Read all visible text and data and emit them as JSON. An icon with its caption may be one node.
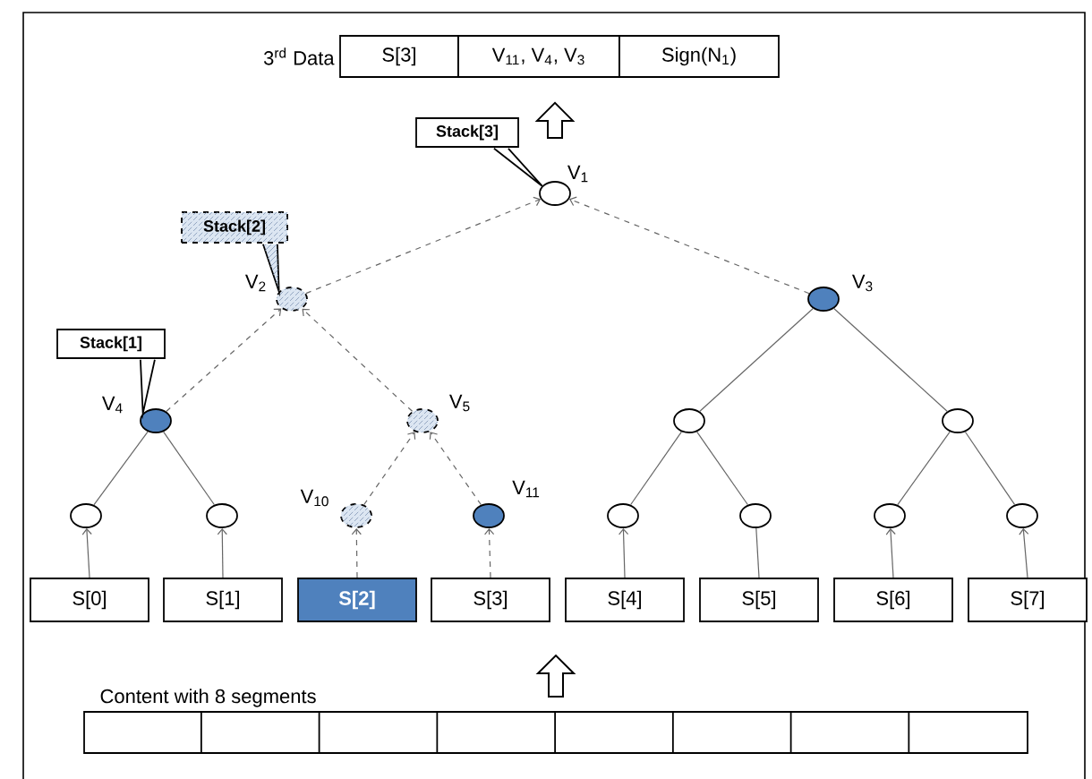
{
  "diagram": {
    "nodes": [
      {
        "text": [
          "S[3]"
        ],
        "beside": [
          "3$^{rd}$ Data"
        ]
      },
      {
        "text": [
          "V$_{11}$, V$_{4}$, V$_{3}$"
        ]
      },
      {
        "text": [
          "Sign(N$_{1}$)"
        ]
      },
      {
        "text": [
          "Stack[3]"
        ]
      },
      {
        "text": [],
        "shape": "circle",
        "beside": [
          "V$_{1}$"
        ]
      },
      {
        "text": [
          "Stack[2]"
        ]
      },
      {
        "text": [],
        "shape": "circle",
        "beside": [
          "V$_{2}$"
        ]
      },
      {
        "text": [],
        "shape": "circle",
        "beside": [
          "V$_{3}$"
        ]
      },
      {
        "text": [
          "Stack[1]"
        ]
      },
      {
        "text": [],
        "shape": "circle",
        "beside": [
          "V$_{4}$"
        ]
      },
      {
        "text": [],
        "shape": "circle",
        "beside": [
          "V$_{5}$"
        ]
      },
      {
        "text": [],
        "shape": "circle"
      },
      {
        "text": [],
        "shape": "circle"
      },
      {
        "text": [],
        "shape": "circle"
      },
      {
        "text": [],
        "shape": "circle"
      },
      {
        "text": [],
        "shape": "circle",
        "beside": [
          "V$_{10}$"
        ]
      },
      {
        "text": [],
        "shape": "circle",
        "beside": [
          "V$_{11}$"
        ]
      },
      {
        "text": [],
        "shape": "circle"
      },
      {
        "text": [],
        "shape": "circle"
      },
      {
        "text": [],
        "shape": "circle"
      },
      {
        "text": [],
        "shape": "circle"
      },
      {
        "text": [
          "S[0]"
        ]
      },
      {
        "text": [
          "S[1]"
        ]
      },
      {
        "text": [
          "S[2]"
        ]
      },
      {
        "text": [
          "S[3]"
        ]
      },
      {
        "text": [
          "S[4]"
        ]
      },
      {
        "text": [
          "S[5]"
        ]
      },
      {
        "text": [
          "S[6]"
        ]
      },
      {
        "text": [
          "S[7]"
        ]
      },
      {
        "text": [
          "Content with 8 segments"
        ]
      }
    ],
    "edges": [
      {
        "from": 4,
        "to": 1,
        "arrow": "to",
        "style": "thick"
      },
      {
        "from": 3,
        "to": 4,
        "arrow": "none",
        "color": "#000000"
      },
      {
        "from": 5,
        "to": 6,
        "arrow": "none",
        "color": "#000000"
      },
      {
        "from": 8,
        "to": 9,
        "arrow": "none",
        "color": "#000000"
      },
      {
        "from": 6,
        "to": 4,
        "arrow": "to",
        "style": "dashed"
      },
      {
        "from": 7,
        "to": 4,
        "arrow": "to",
        "style": "dashed"
      },
      {
        "from": 9,
        "to": 6,
        "arrow": "to",
        "style": "dashed"
      },
      {
        "from": 10,
        "to": 6,
        "arrow": "to",
        "style": "dashed"
      },
      {
        "from": 7,
        "to": 11,
        "arrow": "none"
      },
      {
        "from": 7,
        "to": 12,
        "arrow": "none"
      },
      {
        "from": 9,
        "to": 13,
        "arrow": "none"
      },
      {
        "from": 9,
        "to": 14,
        "arrow": "none"
      },
      {
        "from": 15,
        "to": 10,
        "arrow": "to",
        "style": "dashed"
      },
      {
        "from": 16,
        "to": 10,
        "arrow": "to",
        "style": "dashed"
      },
      {
        "from": 11,
        "to": 17,
        "arrow": "none"
      },
      {
        "from": 11,
        "to": 18,
        "arrow": "none"
      },
      {
        "from": 12,
        "to": 19,
        "arrow": "none"
      },
      {
        "from": 12,
        "to": 20,
        "arrow": "none"
      },
      {
        "from": 21,
        "to": 13,
        "arrow": "to"
      },
      {
        "from": 22,
        "to": 14,
        "arrow": "to"
      },
      {
        "from": 23,
        "to": 15,
        "arrow": "to",
        "style": "dashed"
      },
      {
        "from": 24,
        "to": 16,
        "arrow": "to",
        "style": "dashed"
      },
      {
        "from": 25,
        "to": 17,
        "arrow": "to"
      },
      {
        "from": 26,
        "to": 18,
        "arrow": "none"
      },
      {
        "from": 27,
        "to": 19,
        "arrow": "to"
      },
      {
        "from": 28,
        "to": 20,
        "arrow": "to"
      },
      {
        "from": 29,
        "to": null,
        "arrow": "to",
        "style": "thick"
      }
    ]
  }
}
